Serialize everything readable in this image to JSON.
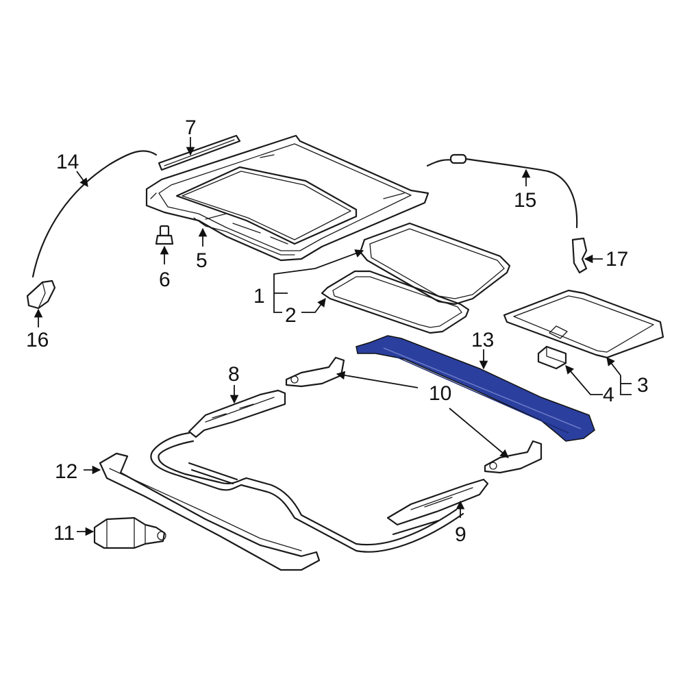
{
  "diagram": {
    "highlight_color": "#2b3f9e",
    "callouts": [
      {
        "id": "c1",
        "text": "1"
      },
      {
        "id": "c2",
        "text": "2"
      },
      {
        "id": "c3",
        "text": "3"
      },
      {
        "id": "c4",
        "text": "4"
      },
      {
        "id": "c5",
        "text": "5"
      },
      {
        "id": "c6",
        "text": "6"
      },
      {
        "id": "c7",
        "text": "7"
      },
      {
        "id": "c8",
        "text": "8"
      },
      {
        "id": "c9",
        "text": "9"
      },
      {
        "id": "c10",
        "text": "10"
      },
      {
        "id": "c11",
        "text": "11"
      },
      {
        "id": "c12",
        "text": "12"
      },
      {
        "id": "c13",
        "text": "13"
      },
      {
        "id": "c14",
        "text": "14"
      },
      {
        "id": "c15",
        "text": "15"
      },
      {
        "id": "c16",
        "text": "16"
      },
      {
        "id": "c17",
        "text": "17"
      }
    ]
  }
}
